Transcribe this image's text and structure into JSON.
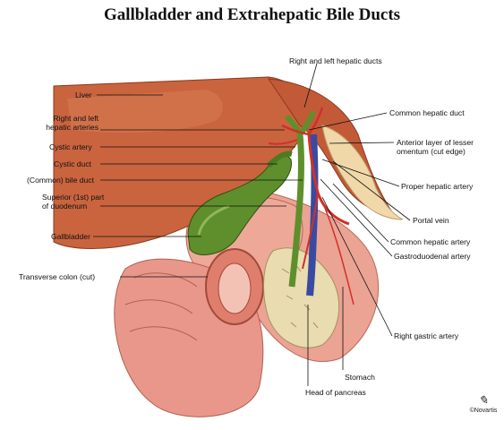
{
  "title": "Gallbladder and Extrahepatic Bile Ducts",
  "labels": {
    "liver": "Liver",
    "hepatic_arteries_1": "Right and left",
    "hepatic_arteries_2": "hepatic arteries",
    "cystic_artery": "Cystic artery",
    "cystic_duct": "Cystic duct",
    "bile_duct": "(Common) bile duct",
    "duodenum_1": "Superior (1st) part",
    "duodenum_2": "of duodenum",
    "gallbladder": "Gallbladder",
    "transverse_colon": "Transverse colon (cut)",
    "hepatic_ducts": "Right and left hepatic ducts",
    "common_hepatic_duct": "Common hepatic duct",
    "omentum_1": "Anterior layer of lesser",
    "omentum_2": "omentum (cut edge)",
    "proper_hepatic_artery": "Proper hepatic artery",
    "portal_vein": "Portal vein",
    "common_hepatic_artery": "Common hepatic artery",
    "gastroduodenal_artery": "Gastroduodenal artery",
    "right_gastric_artery": "Right gastric artery",
    "stomach": "Stomach",
    "head_of_pancreas": "Head of pancreas"
  },
  "signature": {
    "mark": "©Novartis"
  },
  "colors": {
    "liver": "#c8603e",
    "gallbladder": "#5a8a2a",
    "intestine": "#e89a8a",
    "pancreas": "#e8dcb0",
    "artery": "#d0302a",
    "vein": "#3a4aa0"
  }
}
